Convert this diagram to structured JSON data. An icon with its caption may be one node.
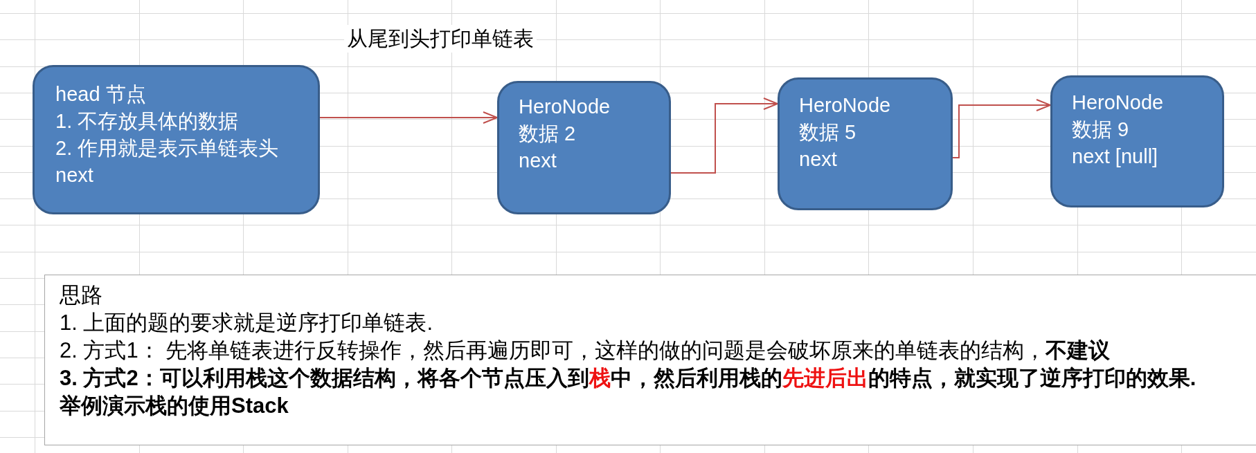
{
  "diagram": {
    "title": "从尾到头打印单链表",
    "nodes": [
      {
        "text": [
          "head 节点",
          "1. 不存放具体的数据",
          "2. 作用就是表示单链表头",
          "next"
        ]
      },
      {
        "text": [
          "HeroNode",
          "数据 2",
          "next"
        ]
      },
      {
        "text": [
          "HeroNode",
          "数据 5",
          "next"
        ]
      },
      {
        "text": [
          "HeroNode",
          "数据 9",
          "next [null]"
        ]
      },
      {
        "text": [
          "思路",
          "1. 上面的题的要求就是逆序打印单链表.",
          "2. 方式1： 先将单链表进行反转操作，然后再遍历即可，这样的做的问题是会破坏原来的单链表的结构，**不建议**",
          "3. 方式2：可以利用栈这个数据结构，将各个节点压入到**栈**中，然后利用栈的**先进后出**的特点，就实现了逆序打印的效果.",
          "举例演示栈的使用Stack"
        ]
      }
    ],
    "edges": [
      {
        "from": 0,
        "to": 1,
        "arrow": "to"
      },
      {
        "from": 1,
        "to": 2,
        "arrow": "to"
      },
      {
        "from": 2,
        "to": 3,
        "arrow": "to"
      }
    ]
  }
}
